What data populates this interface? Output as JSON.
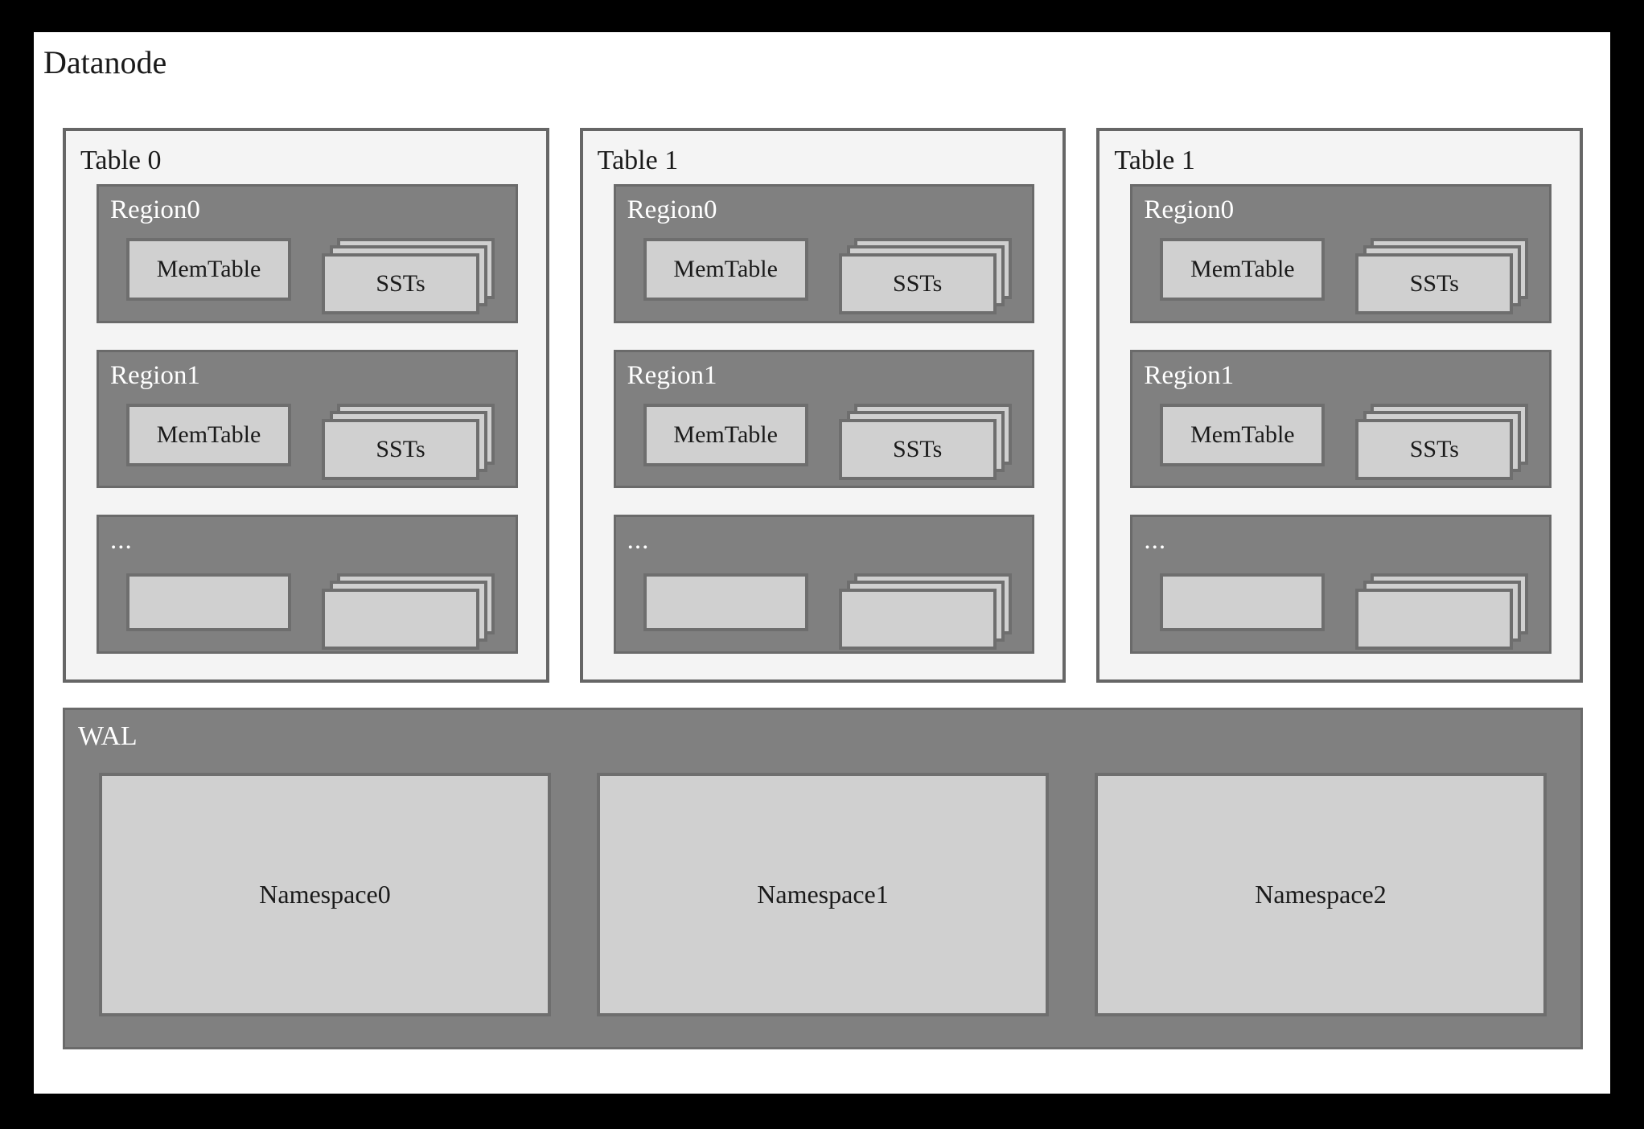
{
  "diagram": {
    "title": "Datanode",
    "colors": {
      "page_bg": "#ffffff",
      "matte": "#000000",
      "panel_bg": "#f4f4f4",
      "panel_border": "#666666",
      "region_bg": "#808080",
      "region_border": "#6a6a6a",
      "box_bg": "#d0d0d0",
      "box_border": "#6e6e6e",
      "text_dark": "#1a1a1a",
      "text_light": "#ffffff"
    },
    "tables": [
      {
        "label": "Table 0",
        "regions": [
          {
            "label": "Region0",
            "memtable": "MemTable",
            "ssts": "SSTs",
            "is_ellipsis": false
          },
          {
            "label": "Region1",
            "memtable": "MemTable",
            "ssts": "SSTs",
            "is_ellipsis": false
          },
          {
            "label": "...",
            "memtable": "",
            "ssts": "",
            "is_ellipsis": true
          }
        ]
      },
      {
        "label": "Table 1",
        "regions": [
          {
            "label": "Region0",
            "memtable": "MemTable",
            "ssts": "SSTs",
            "is_ellipsis": false
          },
          {
            "label": "Region1",
            "memtable": "MemTable",
            "ssts": "SSTs",
            "is_ellipsis": false
          },
          {
            "label": "...",
            "memtable": "",
            "ssts": "",
            "is_ellipsis": true
          }
        ]
      },
      {
        "label": "Table 1",
        "regions": [
          {
            "label": "Region0",
            "memtable": "MemTable",
            "ssts": "SSTs",
            "is_ellipsis": false
          },
          {
            "label": "Region1",
            "memtable": "MemTable",
            "ssts": "SSTs",
            "is_ellipsis": false
          },
          {
            "label": "...",
            "memtable": "",
            "ssts": "",
            "is_ellipsis": true
          }
        ]
      }
    ],
    "wal": {
      "label": "WAL",
      "namespaces": [
        {
          "label": "Namespace0"
        },
        {
          "label": "Namespace1"
        },
        {
          "label": "Namespace2"
        }
      ]
    }
  }
}
